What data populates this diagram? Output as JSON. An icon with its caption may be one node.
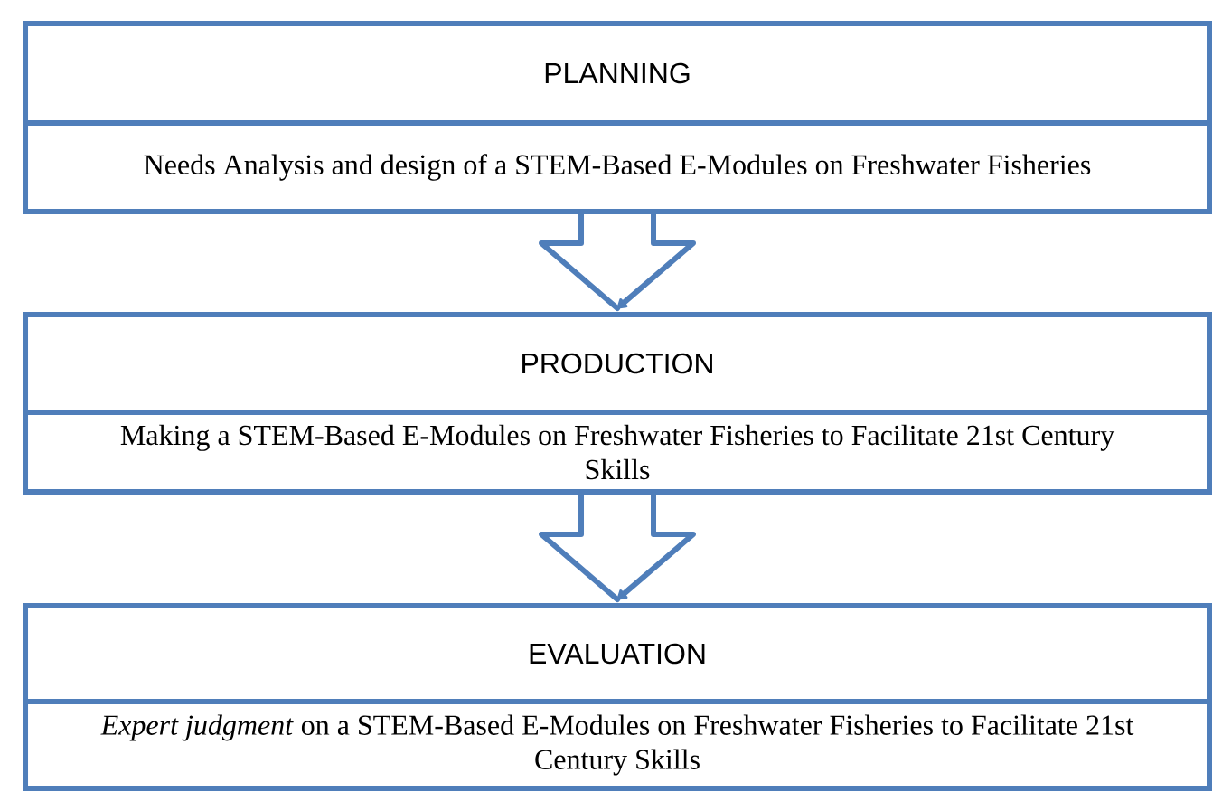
{
  "diagram": {
    "nodes": [
      {
        "text": [
          "PLANNING",
          "Needs Analysis and design of a STEM-Based E-Modules on Freshwater Fisheries"
        ]
      },
      {
        "text": [
          "PRODUCTION",
          "Making a STEM-Based E-Modules on Freshwater Fisheries to Facilitate 21st Century Skills"
        ]
      },
      {
        "text": [
          "EVALUATION",
          "*Expert judgment* on a STEM-Based E-Modules on Freshwater Fisheries to Facilitate 21st Century Skills"
        ]
      }
    ],
    "edges": [
      {
        "from": 0,
        "to": 1,
        "arrow": "to"
      },
      {
        "from": 1,
        "to": 2,
        "arrow": "to"
      }
    ]
  }
}
